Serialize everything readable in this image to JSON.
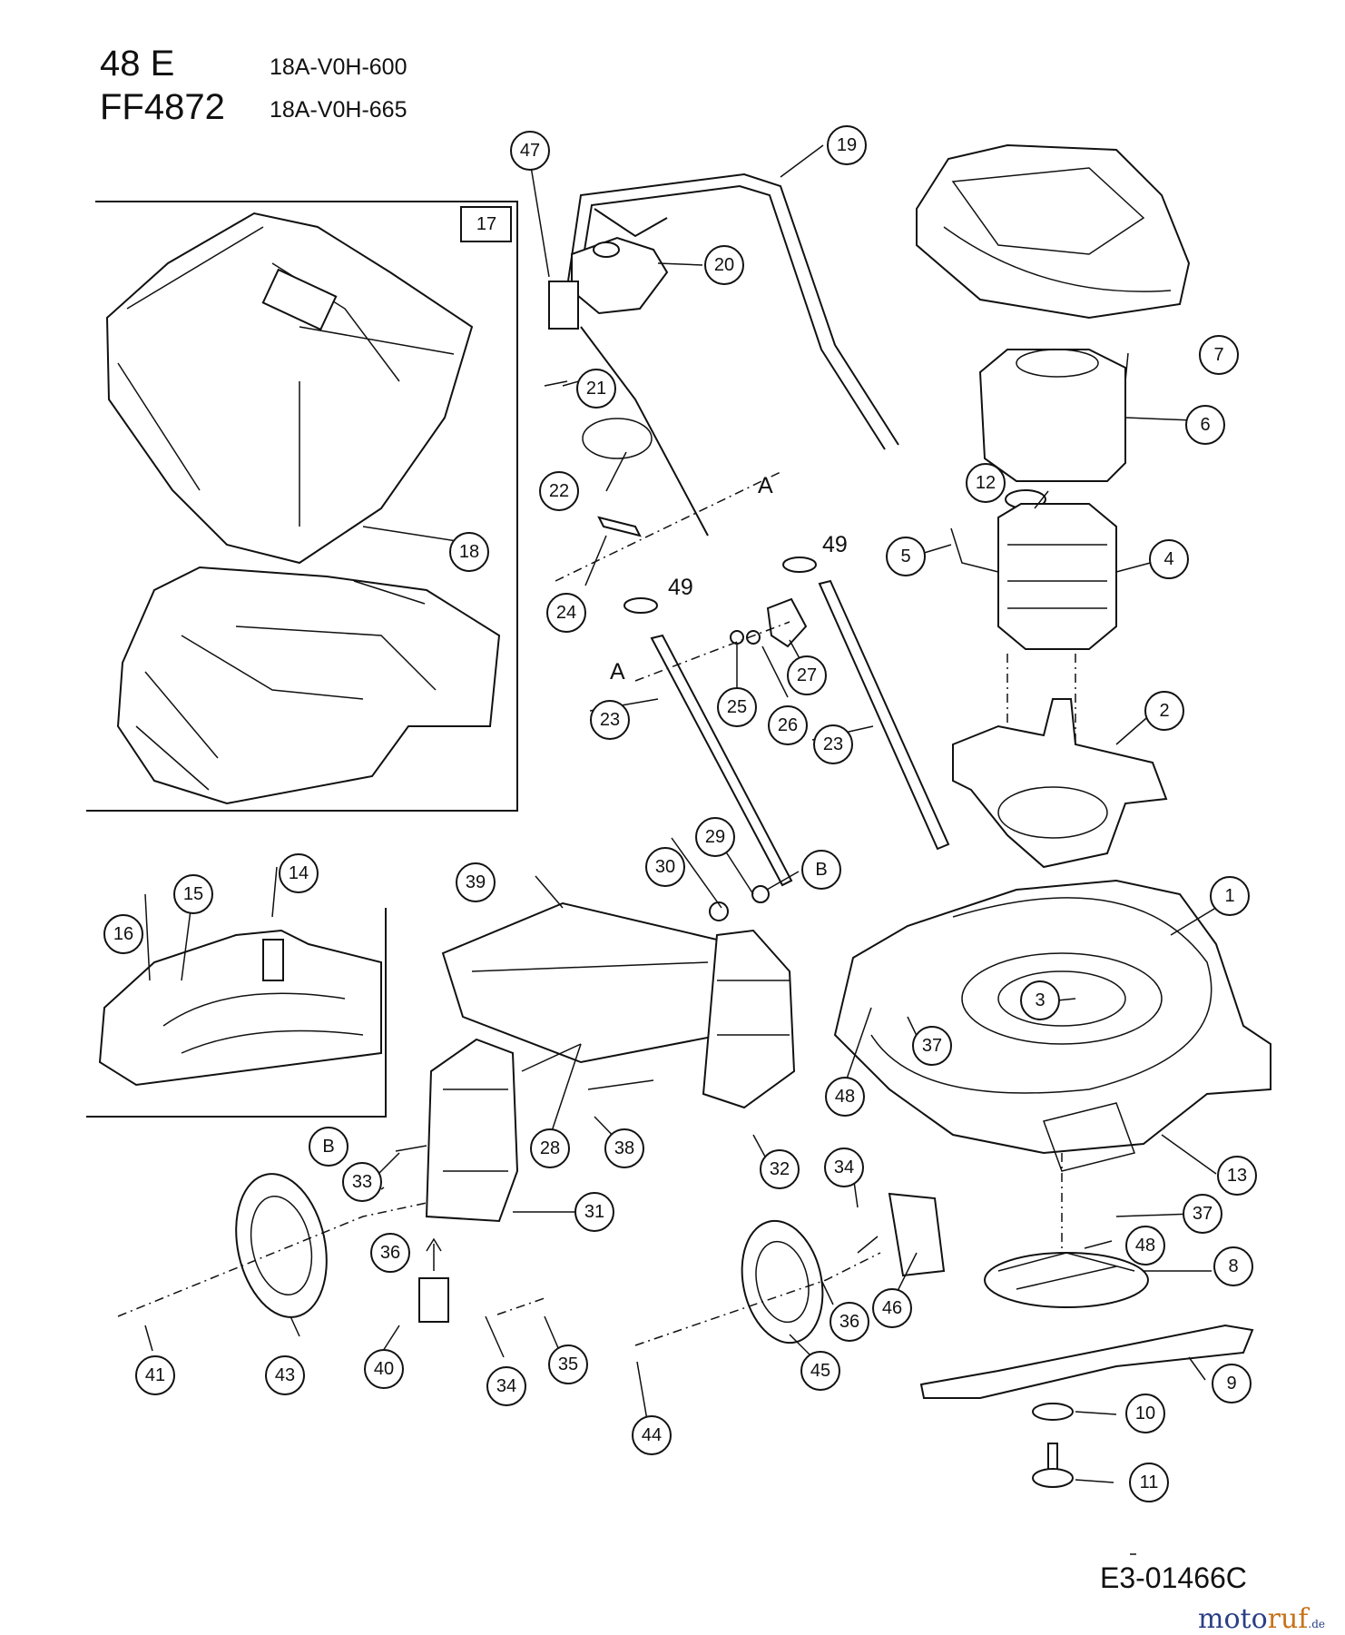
{
  "header": {
    "model_line1": "48 E",
    "model_line2": "FF4872",
    "part_code1": "18A-V0H-600",
    "part_code2": "18A-V0H-665"
  },
  "figure_ref": "E3-01466C",
  "watermark": {
    "part1": "moto",
    "part2": "ruf",
    "suffix": ".de"
  },
  "callouts": [
    "1",
    "2",
    "3",
    "4",
    "5",
    "6",
    "7",
    "8",
    "9",
    "10",
    "11",
    "12",
    "13",
    "14",
    "15",
    "16",
    "17",
    "18",
    "19",
    "20",
    "21",
    "22",
    "23",
    "23",
    "24",
    "25",
    "26",
    "27",
    "28",
    "29",
    "30",
    "31",
    "32",
    "33",
    "34",
    "34",
    "35",
    "36",
    "36",
    "37",
    "37",
    "38",
    "39",
    "40",
    "41",
    "43",
    "44",
    "45",
    "46",
    "47",
    "48",
    "48",
    "B",
    "B"
  ],
  "plain_labels": [
    "A",
    "A",
    "49",
    "49"
  ]
}
